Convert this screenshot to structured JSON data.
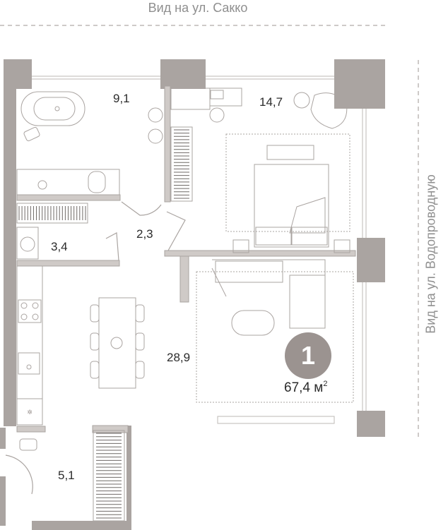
{
  "views": {
    "top": "Вид на ул. Сакко",
    "right": "Вид на ул. Водопроводную"
  },
  "rooms": [
    {
      "area": "9,1"
    },
    {
      "area": "14,7"
    },
    {
      "area": "2,3"
    },
    {
      "area": "3,4"
    },
    {
      "area": "28,9"
    },
    {
      "area": "5,1"
    }
  ],
  "apartment": {
    "rooms_count": "1",
    "total_area": "67,4 м",
    "area_unit_sup": "2"
  },
  "colors": {
    "wall": "#aaa4a1",
    "thin_wall": "#cfcac7",
    "line": "#bdb8b5",
    "badge": "#9b9390"
  }
}
